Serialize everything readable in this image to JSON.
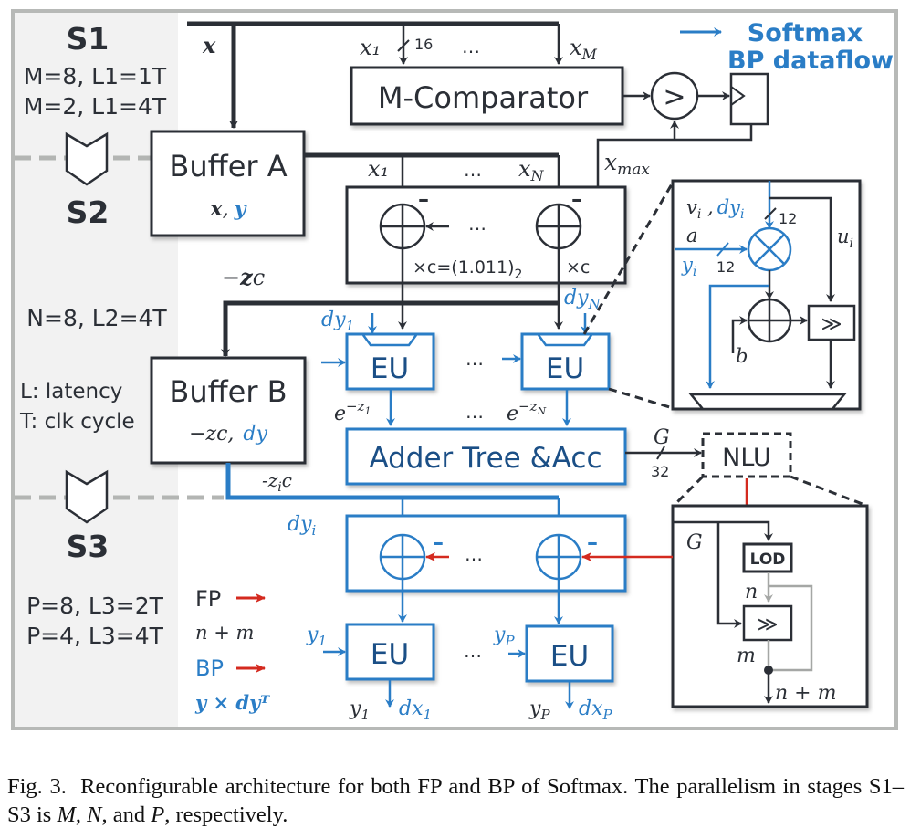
{
  "colors": {
    "dark": "#2b2f36",
    "blue": "#2a7dc6",
    "blue_text": "#1b4f86",
    "red": "#d42a1f",
    "gray_dash": "#b3b5b3",
    "panel_bg": "#f2f2f2",
    "frame": "#b7b9b7",
    "nlu_gray": "#a5a7a5"
  },
  "legend": {
    "title_line1": "Softmax",
    "title_line2": "BP dataflow"
  },
  "stages": {
    "s1": {
      "label": "S1",
      "configs": [
        "M=8, L1=1T",
        "M=2, L1=4T"
      ]
    },
    "s2": {
      "label": "S2",
      "configs": [
        "N=8, L2=4T"
      ]
    },
    "s3": {
      "label": "S3",
      "configs": [
        "P=8, L3=2T",
        "P=4, L3=4T"
      ]
    },
    "notes": [
      "L: latency",
      "T: clk cycle"
    ]
  },
  "blocks": {
    "buffer_a": {
      "title": "Buffer A",
      "sub_x": "x",
      "sub_sep": ",",
      "sub_y": "y"
    },
    "buffer_b": {
      "title": "Buffer B",
      "sub_zc": "−zc,",
      "sub_dy": "dy"
    },
    "comparator": {
      "title": "M-Comparator"
    },
    "compare_op": ">",
    "subtract_scale": {
      "scale1": "×c=(1.011)",
      "scale1_sub": "2",
      "scale2": "×c"
    },
    "eu_label": "EU",
    "adder_tree": {
      "title": "Adder Tree &Acc"
    },
    "nlu": {
      "title": "NLU"
    },
    "lod": "LOD",
    "shift": "≫"
  },
  "signals": {
    "x": "x",
    "x1": "x₁",
    "xM": "x_M",
    "width16": "16",
    "xN_in": "x₁",
    "xN": "x_N",
    "xmax": "x_max",
    "minus": "–",
    "neg_zc": "−zc",
    "dy1": "dy₁",
    "dyN": "dy_N",
    "e_z1": "e^{-z₁}",
    "e_zN": "e^{-z_N}",
    "neg_zic": "-z_i c",
    "dyi": "dy_i",
    "G": "G",
    "width32": "32",
    "y1_in": "y₁",
    "yP_in": "y_P",
    "y1_out": "y₁",
    "dx1": "dx₁",
    "yP_out": "y_P",
    "dxP": "dx_P",
    "ellipsis": "…"
  },
  "eu_detail": {
    "vi": "v_i ,",
    "dyi": "dy_i",
    "w12a": "12",
    "a": "a",
    "yi": "y_i",
    "w12b": "12",
    "ui": "u_i",
    "b": "b"
  },
  "nlu_detail": {
    "G": "G",
    "n": "n",
    "m": "m",
    "n_plus_m": "n + m"
  },
  "mode_legend": {
    "fp": "FP",
    "fp_expr": "n + m",
    "bp": "BP",
    "bp_expr": "y × dyᵀ"
  },
  "caption": {
    "fig": "Fig. 3.",
    "text1": "Reconfigurable architecture for both FP and BP of Softmax. The parallelism in stages S1–S3 is ",
    "M": "M",
    "sep1": ", ",
    "N": "N",
    "sep2": ", and ",
    "P": "P",
    "tail": ", respectively."
  }
}
